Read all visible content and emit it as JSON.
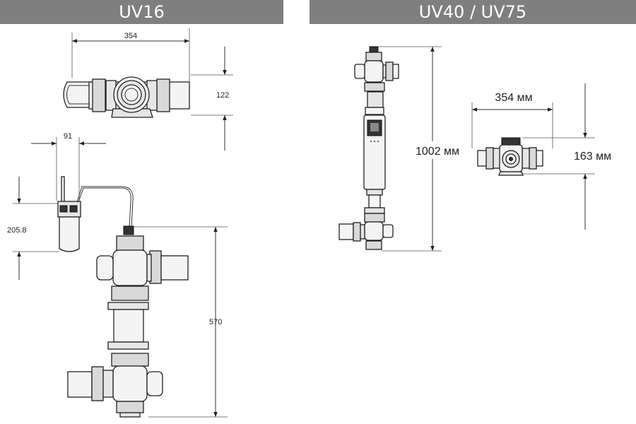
{
  "colors": {
    "banner_bg": "#7f7f7f",
    "banner_text": "#ffffff",
    "line": "#333333"
  },
  "banners": {
    "left": "UV16",
    "right": "UV40 / UV75"
  },
  "uv16": {
    "top_width": "354",
    "top_height": "122",
    "head_width": "91",
    "head_height": "205.8",
    "length": "570"
  },
  "uv40": {
    "length": "1002 мм",
    "width": "354 мм",
    "height": "163 мм"
  }
}
